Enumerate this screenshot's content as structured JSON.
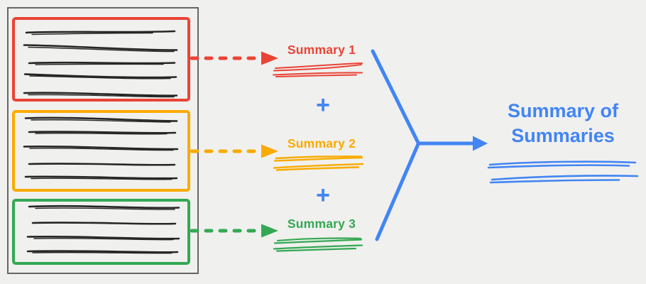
{
  "colors": {
    "bg": "#f0f0ee",
    "ink": "#262626",
    "red": "#ea4335",
    "orange": "#f9ab00",
    "green": "#34a853",
    "blue": "#4285f4",
    "doc_border": "#666666"
  },
  "document": {
    "sections": [
      {
        "name": "section-1",
        "color": "red",
        "text_lines": 5
      },
      {
        "name": "section-2",
        "color": "orange",
        "text_lines": 5
      },
      {
        "name": "section-3",
        "color": "green",
        "text_lines": 4
      }
    ]
  },
  "summaries": [
    {
      "label": "Summary 1",
      "color": "red"
    },
    {
      "label": "Summary 2",
      "color": "orange"
    },
    {
      "label": "Summary 3",
      "color": "green"
    }
  ],
  "operators": [
    "+",
    "+"
  ],
  "result": {
    "label": "Summary of Summaries",
    "color": "blue"
  }
}
